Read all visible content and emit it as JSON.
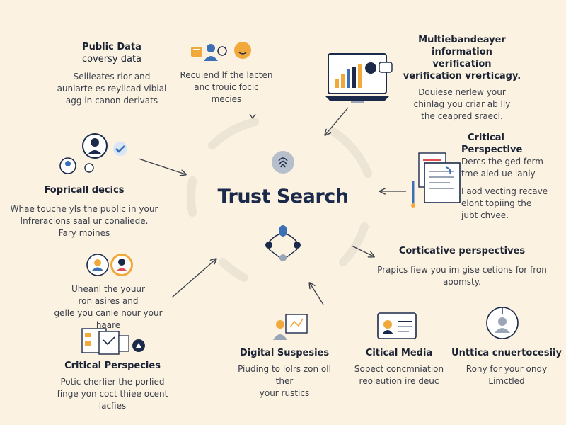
{
  "hub": {
    "title": "Trust Search"
  },
  "nodes": {
    "public_data": {
      "title_1": "Public Data",
      "title_2": "coversy data",
      "body_1": "Selileates rior and",
      "body_2": "aunlarte es reylicad vibial",
      "body_3": "agg in canon derivats"
    },
    "top_middle": {
      "body_1": "Recuiend lf the lacten",
      "body_2": "anc trouic focic",
      "body_3": "mecies"
    },
    "multilayer": {
      "title_1": "Multiebandeayer",
      "title_2": "information verification",
      "title_3": "verification vrerticagy.",
      "body_1": "Douiese nerlew your",
      "body_2": "chinlag you criar ab lly",
      "body_3": "the ceapred sraecl."
    },
    "critical_right": {
      "title_1": "Critical",
      "title_2": "Perspective",
      "body_1": "Dercs the ged ferm",
      "body_2": "tme aled ue lanly",
      "body_3": "I aod vecting recave",
      "body_4": "elont topiing the",
      "body_5": "jubt chvee."
    },
    "topical": {
      "title": "Fopricall decics",
      "body_1": "Whae touche yls the public in your",
      "body_2": "Infreracions saal ur conaliede.",
      "body_3": "Fary moines"
    },
    "cortikative": {
      "title": "Corticative perspectives",
      "body_1": "Prapics fiew you im gise cetions for fron",
      "body_2": "aoomsty."
    },
    "left_middle": {
      "body_1": "Uheanl the youur",
      "body_2": "ron asires and",
      "body_3": "gelle you canle nour your haare"
    },
    "critical_left": {
      "title": "Critical Perspecies",
      "body_1": "Potic cherlier the porlied",
      "body_2": "finge yon coct thiee ocent lacfies"
    },
    "digital": {
      "title": "Digital Suspesies",
      "body_1": "Piuding to lolrs zon oll ther",
      "body_2": "your rustics"
    },
    "critical_media": {
      "title": "Citical Media",
      "body_1": "Sopect concmniation",
      "body_2": "reoleution ire deuc"
    },
    "unttica": {
      "title": "Unttica cnuertocesiiy",
      "body_1": "Rony for your ondy",
      "body_2": "Limctled"
    }
  },
  "colors": {
    "background": "#fbf2e2",
    "navy": "#1b2a4a",
    "accent_orange": "#f2a93b",
    "accent_blue": "#3b6fb6",
    "ring": "#ece4d4"
  },
  "icons": [
    "people-chat-icon",
    "laptop-chart-icon",
    "documents-icon",
    "social-profiles-icon",
    "avatar-pair-icon",
    "desktop-windows-icon",
    "people-network-icon",
    "fingerprint-icon",
    "id-card-icon",
    "person-silhouette-icon",
    "collaboration-icon"
  ]
}
